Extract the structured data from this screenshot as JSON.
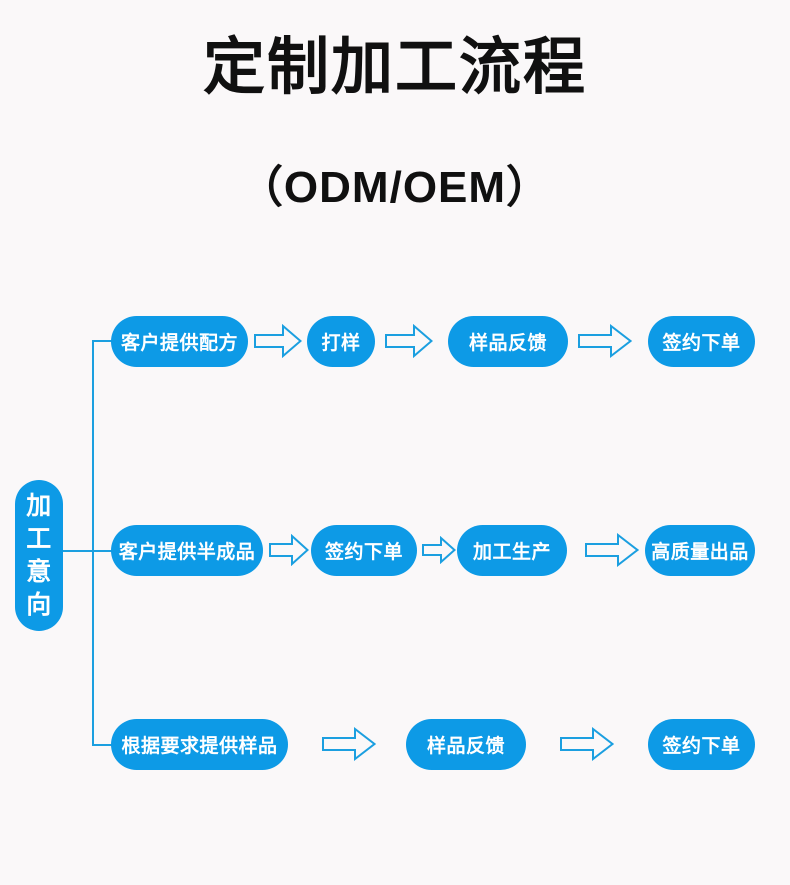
{
  "header": {
    "title": "定制加工流程",
    "subtitle": "（ODM/OEM）"
  },
  "colors": {
    "background": "#faf8f9",
    "pill_fill": "#0d9ae6",
    "pill_text": "#ffffff",
    "line": "#1b9fe0",
    "arrow_stroke": "#1b9fe0",
    "title_text": "#101010"
  },
  "entry": {
    "label": "加工意向",
    "chars": [
      "加",
      "工",
      "意",
      "向"
    ]
  },
  "rows": [
    {
      "id": "row-1",
      "steps": [
        {
          "label": "客户提供配方"
        },
        {
          "label": "打样"
        },
        {
          "label": "样品反馈"
        },
        {
          "label": "签约下单"
        }
      ]
    },
    {
      "id": "row-2",
      "steps": [
        {
          "label": "客户提供半成品"
        },
        {
          "label": "签约下单"
        },
        {
          "label": "加工生产"
        },
        {
          "label": "高质量出品"
        }
      ]
    },
    {
      "id": "row-3",
      "steps": [
        {
          "label": "根据要求提供样品"
        },
        {
          "label": "样品反馈"
        },
        {
          "label": "签约下单"
        }
      ]
    }
  ]
}
